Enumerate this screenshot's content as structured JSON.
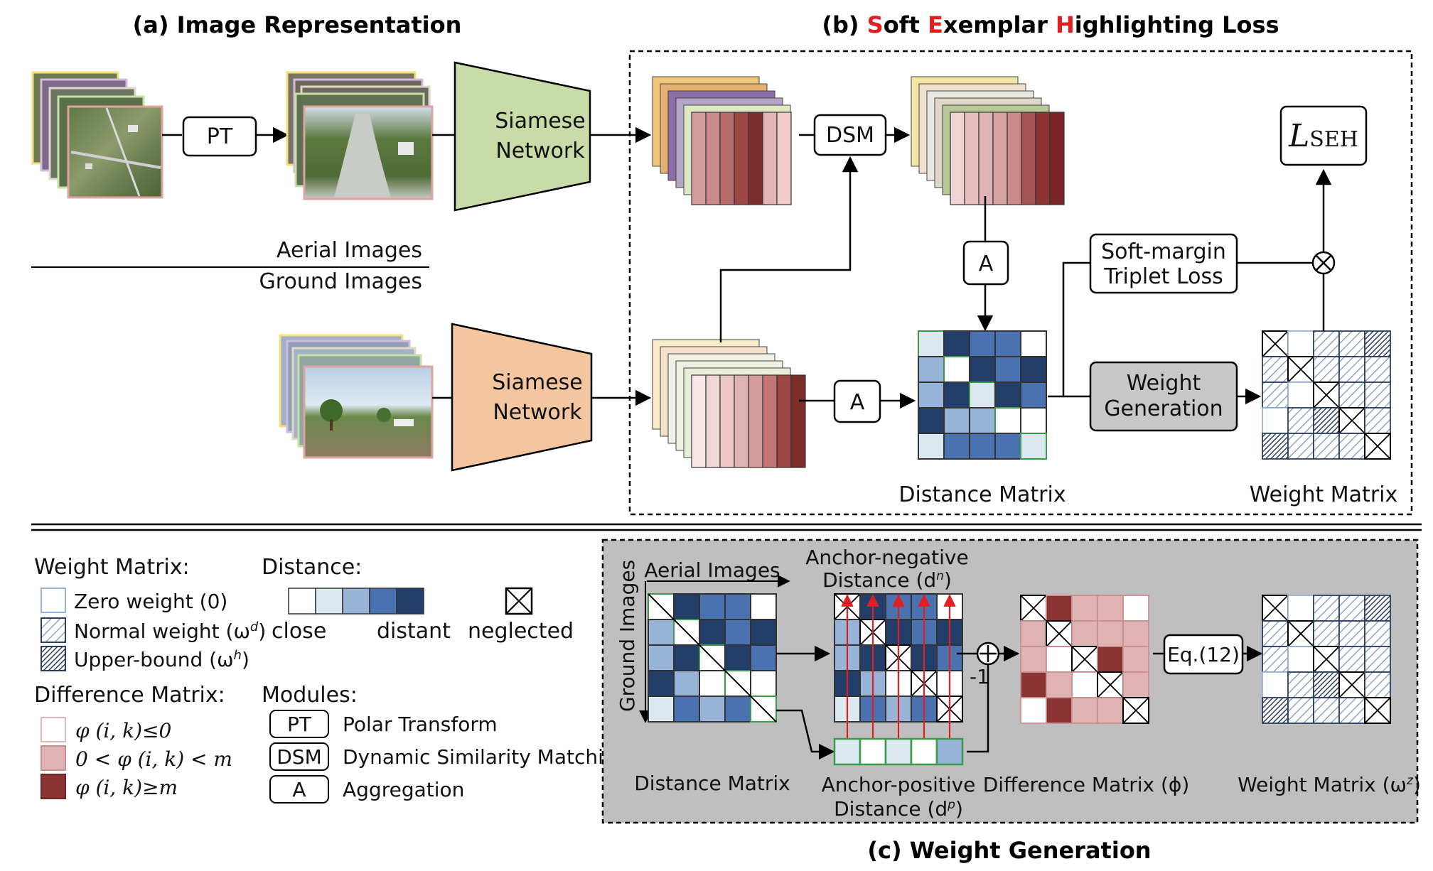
{
  "titles": {
    "a": "(a) Image Representation",
    "b_prefix": "(b) ",
    "b_words": [
      {
        "cap": "S",
        "rest": "oft "
      },
      {
        "cap": "E",
        "rest": "xemplar "
      },
      {
        "cap": "H",
        "rest": "ighlighting Loss"
      }
    ],
    "c": "(c) Weight Generation"
  },
  "accent_color": "#e02020",
  "part_a": {
    "pt": "PT",
    "siamese_line1": "Siamese",
    "siamese_line2": "Network",
    "aerial_images": "Aerial Images",
    "ground_images": "Ground Images"
  },
  "part_b": {
    "dsm": "DSM",
    "a": "A",
    "l_seh_main": "L",
    "l_seh_sub": "SEH",
    "soft_margin_line1": "Soft-margin",
    "soft_margin_line2": "Triplet Loss",
    "weight_gen_line1": "Weight",
    "weight_gen_line2": "Generation",
    "distance_matrix": "Distance Matrix",
    "weight_matrix": "Weight Matrix"
  },
  "legend": {
    "weight_matrix_title": "Weight Matrix:",
    "zero_weight": "Zero weight (0)",
    "normal_weight": "Normal weight (ω",
    "normal_weight_sup": "d",
    "upper_bound": "Upper-bound (ω",
    "upper_bound_sup": "h",
    "difference_title": "Difference Matrix:",
    "diff_1": "φ (i, k)≤0",
    "diff_2": "0 < φ (i, k) < m",
    "diff_3": "φ (i, k)≥m",
    "distance_title": "Distance:",
    "close": "close",
    "distant": "distant",
    "neglected": "neglected",
    "modules_title": "Modules:",
    "modules": [
      {
        "abbr": "PT",
        "name": "Polar Transform"
      },
      {
        "abbr": "DSM",
        "name": "Dynamic Similarity Matching"
      },
      {
        "abbr": "A",
        "name": "Aggregation"
      }
    ]
  },
  "part_c": {
    "aerial_images": "Aerial Images",
    "ground_images": "Ground Images",
    "anchor_neg_line1": "Anchor-negative",
    "anchor_neg_line2": "Distance (d",
    "anchor_neg_sup": "n",
    "minus_one": "-1",
    "eq": "Eq.(12)",
    "distance_matrix": "Distance Matrix",
    "anchor_pos_line1": "Anchor-positive",
    "anchor_pos_line2": "Distance (d",
    "anchor_pos_sup": "p",
    "difference_matrix": "Difference Matrix (ϕ)",
    "weight_matrix": "Weight Matrix (ω",
    "weight_matrix_sup": "z"
  },
  "colors": {
    "distance_scale": [
      "#ffffff",
      "#dbe8f0",
      "#98b3d8",
      "#4a72b0",
      "#233e68"
    ],
    "diff_scale": [
      "#ffffff",
      "#dfb3b3",
      "#8c3434"
    ],
    "siamese_aerial": "#c9dca8",
    "siamese_ground": "#f4c6a0",
    "gray_panel": "#bfbfbf"
  }
}
